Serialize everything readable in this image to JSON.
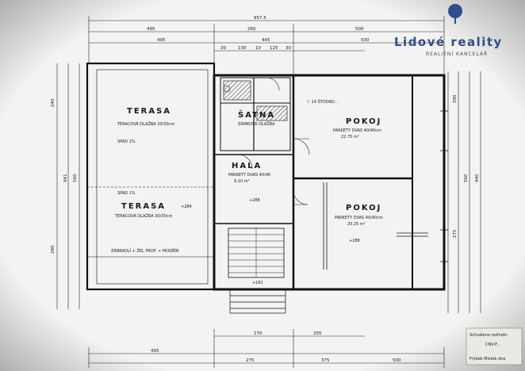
{
  "logo": {
    "name": "Lidové reality",
    "tagline": "REALITNÍ KANCELÁŘ",
    "color": "#2d4e8c"
  },
  "rooms": {
    "terrace_upper": {
      "name": "TERASA",
      "floor": "TERACOVÁ DLAŽBA 30/30cm",
      "slope": "SPÁD 1%"
    },
    "terrace_lower": {
      "name": "TERASA",
      "floor": "TERACOVÁ DLAŽBA 30/30cm",
      "level": "+284",
      "slope": "SPÁD 1%"
    },
    "railing_note": "ZÁBRADLÍ + ŽEL PROF. + MODŘÍN",
    "wardrobe": {
      "name": "ŠATNA",
      "floor": "ZÁMKOVÁ DLAŽBA"
    },
    "hall": {
      "name": "HALA",
      "floor": "PARKETY DVAS 40/40",
      "area": "9.10 m²",
      "level": "+288"
    },
    "room_upper": {
      "name": "POKOJ",
      "floor": "PARKETY DVAS 40/40cm",
      "area": "22.75 m²"
    },
    "room_lower": {
      "name": "POKOJ",
      "floor": "PARKETY DVAS 40/40cm",
      "area": "20.25 m²",
      "level": "+288"
    },
    "stair_level": "+162",
    "ceiling_note": "I. 14 ŠTOOKO..."
  },
  "dimensions": {
    "top_total": "957.5",
    "top_row1": [
      "495",
      "260",
      "500"
    ],
    "top_row2": [
      "495",
      "445",
      "500"
    ],
    "top_row3": [
      "30",
      "130",
      "10",
      "125",
      "30"
    ],
    "bottom_row1": [
      "270",
      "335"
    ],
    "bottom_row2": [
      "495",
      "275",
      "375",
      "500"
    ],
    "left": [
      "240",
      "280",
      "941",
      "560"
    ],
    "right": [
      "390",
      "275",
      "560",
      "940"
    ]
  },
  "stamp": {
    "lines": [
      "Schváleno rozhodn.",
      "CNV-F...",
      "Frýdek Místek dne"
    ]
  }
}
